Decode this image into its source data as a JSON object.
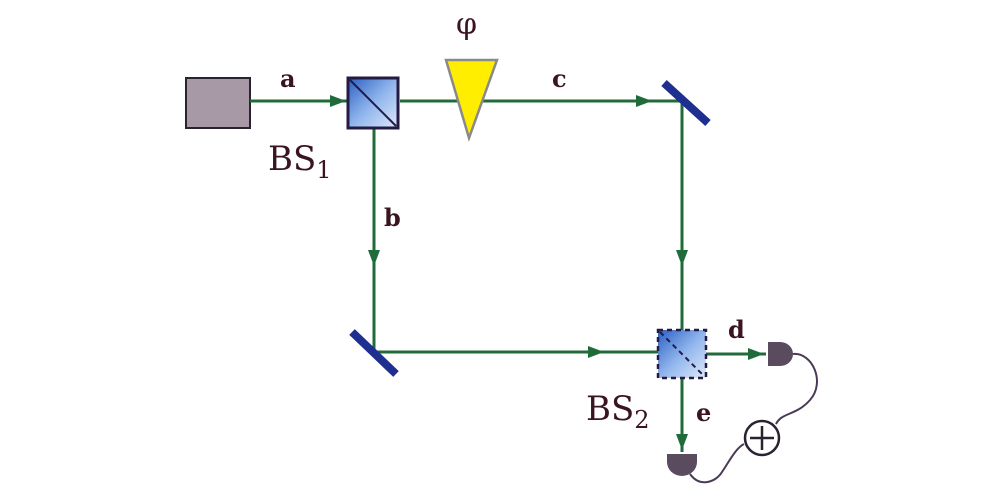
{
  "labels": {
    "path_a": "a",
    "path_b": "b",
    "path_c": "c",
    "path_d": "d",
    "path_e": "e",
    "bs1_main": "BS",
    "bs1_sub": "1",
    "bs2_main": "BS",
    "bs2_sub": "2",
    "phase": "φ",
    "adder": "⊕"
  },
  "colors": {
    "beam": "#1f6b3a",
    "mirror": "#1e2f8f",
    "source": "#a79aa6",
    "phase_shifter": "#ffee00",
    "detector": "#5a4b5e"
  },
  "icons": {
    "source": "laser-source-icon",
    "detector_d": "detector-icon",
    "detector_e": "detector-icon",
    "adder": "sum-circle-icon"
  }
}
